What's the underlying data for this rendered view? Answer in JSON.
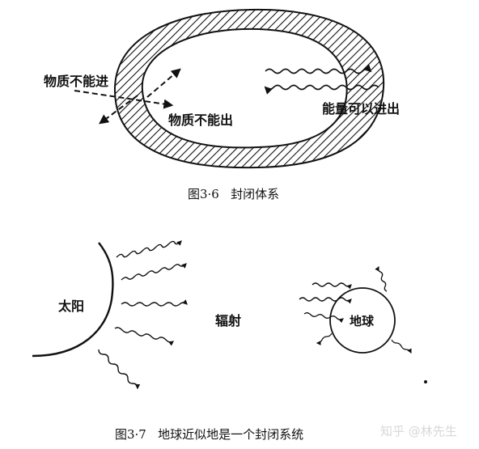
{
  "fig36": {
    "label_in": "物质不能进",
    "label_out": "物质不能出",
    "label_energy": "能量可以进出",
    "caption": "图3·6   封闭体系"
  },
  "fig37": {
    "label_sun": "太阳",
    "label_radiation": "辐射",
    "label_earth": "地球",
    "caption": "图3·7   地球近似地是一个封闭系统"
  },
  "watermark": "知乎 @林先生",
  "colors": {
    "ink": "#111111",
    "watermark": "#d8d8d8"
  }
}
